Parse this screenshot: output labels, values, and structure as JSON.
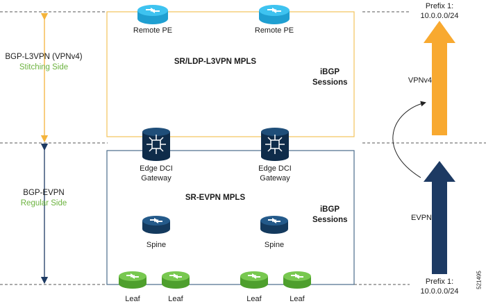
{
  "top_side": {
    "title": "BGP-L3VPN (VPNv4)",
    "subtitle": "Stitching Side"
  },
  "bottom_side": {
    "title": "BGP-EVPN",
    "subtitle": "Regular Side"
  },
  "upper_domain": {
    "title": "SR/LDP-L3VPN MPLS",
    "sessions_line1": "iBGP",
    "sessions_line2": "Sessions",
    "router_left": "Remote PE",
    "router_right": "Remote PE",
    "box_color": "#f4c35a",
    "router_color": "#29b5e8"
  },
  "gateways": {
    "left_line1": "Edge DCI",
    "left_line2": "Gateway",
    "right_line1": "Edge DCI",
    "right_line2": "Gateway",
    "color": "#173a5e"
  },
  "lower_domain": {
    "title": "SR-EVPN MPLS",
    "sessions_line1": "iBGP",
    "sessions_line2": "Sessions",
    "spine_left": "Spine",
    "spine_right": "Spine",
    "box_color": "#4a6b8a",
    "spine_color": "#1f4e79"
  },
  "leaves": {
    "labels": [
      "Leaf",
      "Leaf",
      "Leaf",
      "Leaf"
    ],
    "color": "#6cc04a"
  },
  "arrows": {
    "top_prefix_line1": "Prefix 1:",
    "top_prefix_line2": "10.0.0.0/24",
    "bottom_prefix_line1": "Prefix 1:",
    "bottom_prefix_line2": "10.0.0.0/24",
    "vpnv4_label": "VPNv4",
    "evpn_label": "EVPN",
    "vpnv4_color": "#f8a930",
    "evpn_color": "#1d3a63"
  },
  "figure_id": "521495",
  "colors": {
    "orange_line": "#f4b43c",
    "navy_line": "#1d3a63",
    "dashed": "#555555"
  }
}
